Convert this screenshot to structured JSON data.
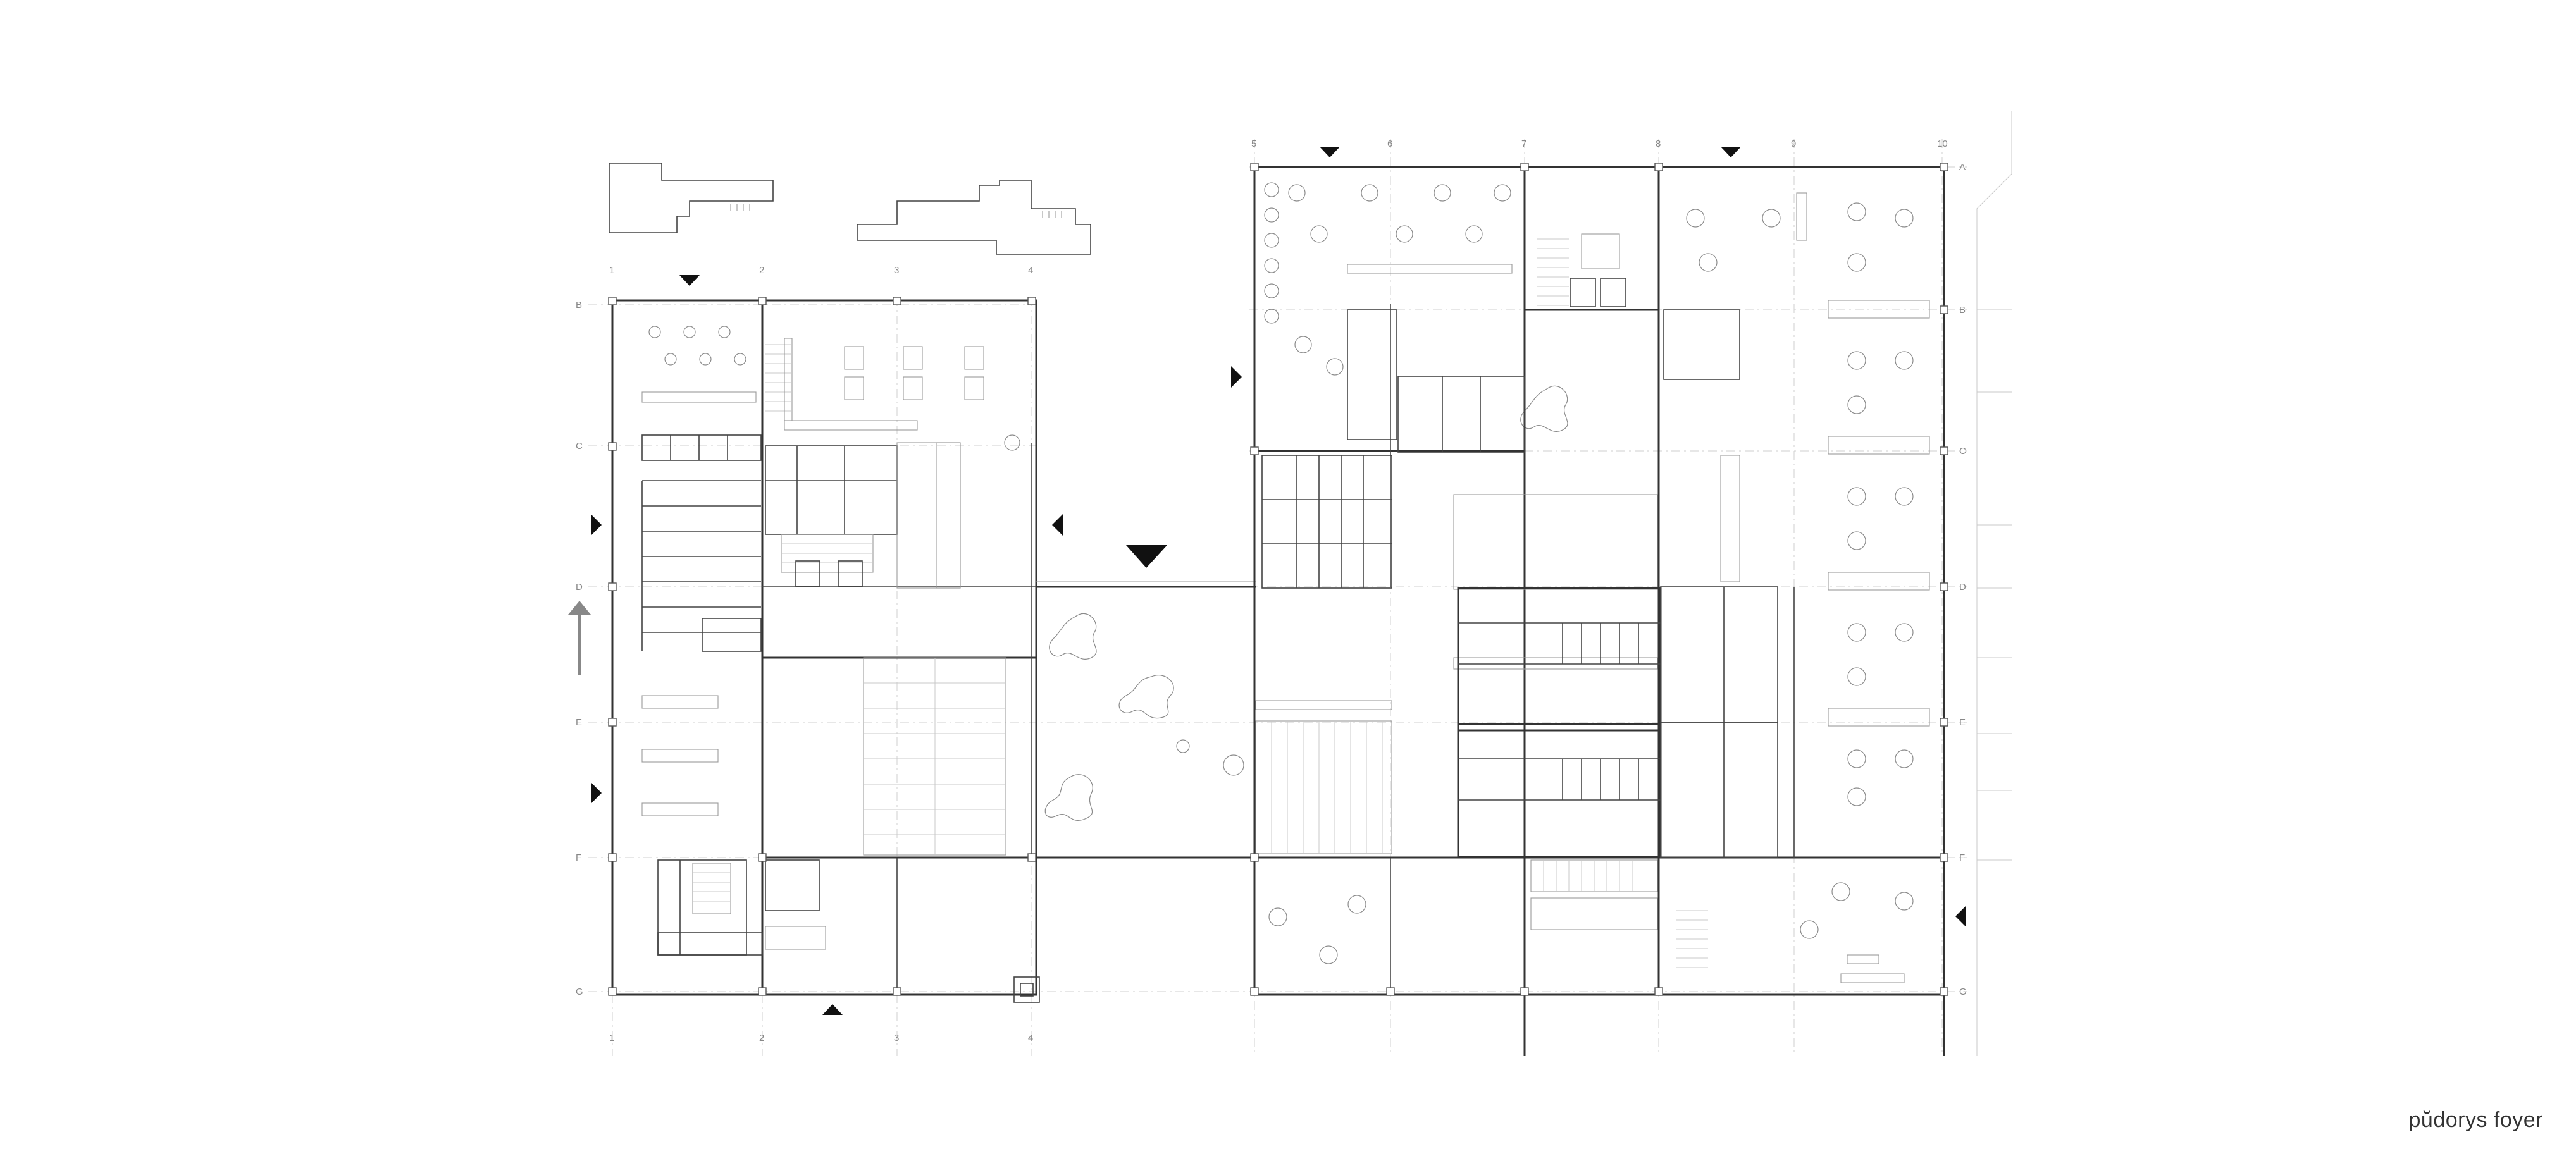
{
  "title": "pŭdorys foyer",
  "grid": {
    "columns_left": [
      "1",
      "2",
      "3",
      "4"
    ],
    "columns_right": [
      "5",
      "6",
      "7",
      "8",
      "9",
      "10"
    ],
    "rows_left": [
      "B",
      "C",
      "D",
      "E",
      "F",
      "G"
    ],
    "rows_right": [
      "A",
      "B",
      "C",
      "D",
      "E",
      "F",
      "G"
    ]
  },
  "colors": {
    "lines": "#333333",
    "light": "#9a9a9a",
    "background": "#ffffff"
  }
}
